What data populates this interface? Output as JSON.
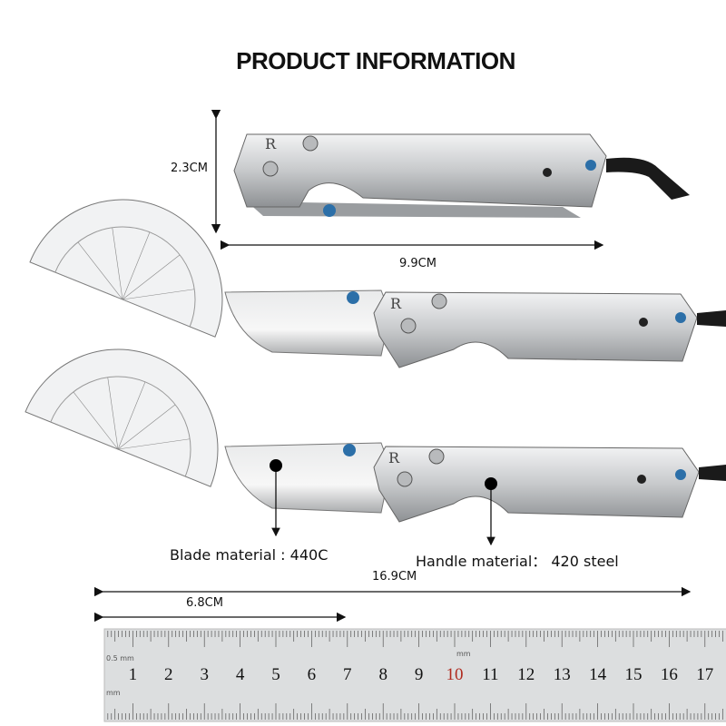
{
  "title": "PRODUCT INFORMATION",
  "dimensions": {
    "width_folded": "2.3CM",
    "length_folded": "9.9CM",
    "length_total": "16.9CM",
    "blade_length": "6.8CM"
  },
  "materials": {
    "blade": "Blade material : 440C",
    "handle": "Handle material： 420 steel"
  },
  "ruler": {
    "numbers": [
      "1",
      "2",
      "3",
      "4",
      "5",
      "6",
      "7",
      "8",
      "9",
      "10",
      "11",
      "12",
      "13",
      "14",
      "15",
      "16",
      "17",
      "1"
    ],
    "highlight_number": "10",
    "highlight_color": "#b02a1e",
    "unit_labels": [
      "0.5 mm",
      "mm",
      "mm"
    ]
  },
  "colors": {
    "steel": "#c9cbcd",
    "pivot_screw": "#2c6fa8",
    "lanyard": "#1a1a1a"
  }
}
